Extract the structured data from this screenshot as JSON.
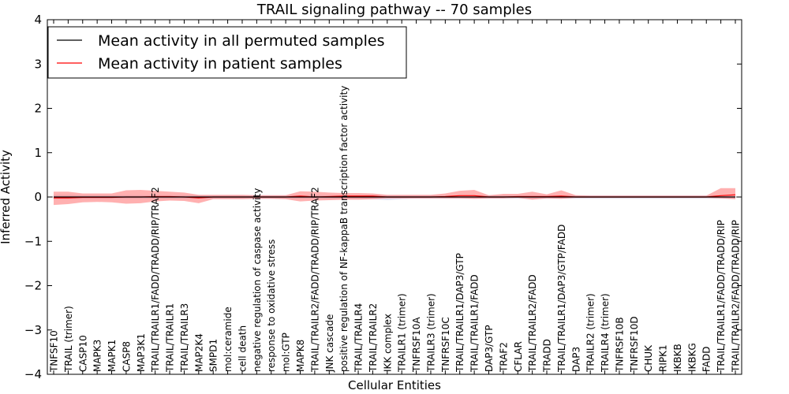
{
  "chart_data": {
    "type": "line",
    "title": "TRAIL signaling pathway -- 70 samples",
    "xlabel": "Cellular Entities",
    "ylabel": "Inferred Activity",
    "ylim": [
      -4,
      4
    ],
    "yticks": [
      "−4",
      "−3",
      "−2",
      "−1",
      "0",
      "1",
      "2",
      "3",
      "4"
    ],
    "grid": false,
    "legend_position": "top-left",
    "categories": [
      "TNFSF10",
      "TRAIL (trimer)",
      "CASP10",
      "MAPK3",
      "MAPK1",
      "CASP8",
      "MAP3K1",
      "TRAIL/TRAILR1/FADD/TRADD/RIP/TRAF2",
      "TRAIL/TRAILR1",
      "TRAIL/TRAILR3",
      "MAP2K4",
      "SMPD1",
      "mol:ceramide",
      "cell death",
      "negative regulation of caspase activity",
      "response to oxidative stress",
      "mol:GTP",
      "MAPK8",
      "TRAIL/TRAILR2/FADD/TRADD/RIP/TRAF2",
      "JNK cascade",
      "positive regulation of NF-kappaB transcription factor activity",
      "TRAIL/TRAILR4",
      "TRAIL/TRAILR2",
      "IKK complex",
      "TRAILR1 (trimer)",
      "TNFRSF10A",
      "TRAILR3 (trimer)",
      "TNFRSF10C",
      "TRAIL/TRAILR1/DAP3/GTP",
      "TRAIL/TRAILR1/FADD",
      "DAP3/GTP",
      "TRAF2",
      "CFLAR",
      "TRAIL/TRAILR2/FADD",
      "TRADD",
      "TRAIL/TRAILR1/DAP3/GTP/FADD",
      "DAP3",
      "TRAILR2 (trimer)",
      "TRAILR4 (trimer)",
      "TNFRSF10B",
      "TNFRSF10D",
      "CHUK",
      "RIPK1",
      "IKBKB",
      "IKBKG",
      "FADD",
      "TRAIL/TRAILR1/FADD/TRADD/RIP",
      "TRAIL/TRAILR2/FADD/TRADD/RIP"
    ],
    "series": [
      {
        "name": "Mean activity in all permuted samples",
        "color": "#000000",
        "values": [
          0.0,
          0.0,
          0.0,
          0.0,
          0.0,
          0.0,
          0.0,
          0.0,
          0.0,
          0.0,
          0.0,
          0.0,
          0.0,
          0.0,
          0.0,
          0.0,
          0.0,
          0.0,
          0.0,
          0.0,
          0.0,
          0.0,
          0.0,
          0.0,
          0.0,
          0.0,
          0.0,
          0.0,
          0.0,
          0.0,
          0.0,
          0.0,
          0.0,
          0.0,
          0.0,
          0.0,
          0.0,
          0.0,
          0.0,
          0.0,
          0.0,
          0.0,
          0.0,
          0.0,
          0.0,
          0.0,
          0.0,
          0.0
        ],
        "band_low": [
          -0.05,
          -0.05,
          -0.04,
          -0.04,
          -0.04,
          -0.04,
          -0.04,
          -0.04,
          -0.04,
          -0.04,
          -0.04,
          -0.04,
          -0.04,
          -0.04,
          -0.04,
          -0.04,
          -0.04,
          -0.04,
          -0.04,
          -0.04,
          -0.04,
          -0.04,
          -0.05,
          -0.07,
          -0.05,
          -0.04,
          -0.04,
          -0.04,
          -0.04,
          -0.04,
          -0.04,
          -0.04,
          -0.04,
          -0.04,
          -0.04,
          -0.04,
          -0.04,
          -0.04,
          -0.04,
          -0.04,
          -0.04,
          -0.04,
          -0.04,
          -0.04,
          -0.04,
          -0.04,
          -0.04,
          -0.04
        ],
        "band_high": [
          0.05,
          0.05,
          0.04,
          0.04,
          0.04,
          0.04,
          0.04,
          0.04,
          0.04,
          0.04,
          0.04,
          0.04,
          0.04,
          0.04,
          0.04,
          0.04,
          0.04,
          0.04,
          0.04,
          0.04,
          0.04,
          0.04,
          0.05,
          0.04,
          0.04,
          0.04,
          0.04,
          0.04,
          0.04,
          0.04,
          0.04,
          0.04,
          0.04,
          0.04,
          0.04,
          0.04,
          0.04,
          0.04,
          0.04,
          0.04,
          0.04,
          0.04,
          0.04,
          0.04,
          0.04,
          0.04,
          0.04,
          0.04
        ]
      },
      {
        "name": "Mean activity in patient samples",
        "color": "#ff0000",
        "values": [
          -0.02,
          -0.02,
          -0.01,
          -0.01,
          -0.01,
          0.0,
          0.0,
          0.01,
          0.01,
          0.0,
          -0.02,
          0.0,
          0.0,
          0.0,
          0.0,
          0.0,
          0.0,
          0.02,
          0.0,
          0.01,
          0.02,
          0.02,
          0.02,
          0.0,
          0.0,
          0.0,
          0.0,
          0.01,
          0.03,
          0.03,
          0.0,
          0.0,
          0.01,
          0.01,
          0.01,
          0.02,
          0.0,
          0.0,
          0.0,
          0.0,
          0.0,
          0.0,
          0.0,
          0.0,
          0.0,
          0.0,
          0.03,
          0.05
        ],
        "band_low": [
          -0.18,
          -0.16,
          -0.12,
          -0.11,
          -0.12,
          -0.15,
          -0.14,
          -0.1,
          -0.08,
          -0.09,
          -0.14,
          -0.05,
          -0.05,
          -0.05,
          -0.04,
          -0.04,
          -0.05,
          -0.1,
          -0.08,
          -0.07,
          -0.06,
          -0.06,
          -0.05,
          -0.03,
          -0.03,
          -0.03,
          -0.03,
          -0.03,
          -0.03,
          -0.04,
          -0.03,
          -0.03,
          -0.02,
          -0.06,
          -0.03,
          -0.04,
          -0.02,
          -0.02,
          -0.02,
          -0.02,
          -0.02,
          -0.02,
          -0.02,
          -0.02,
          -0.02,
          -0.02,
          -0.03,
          -0.05
        ],
        "band_high": [
          0.12,
          0.12,
          0.08,
          0.08,
          0.08,
          0.15,
          0.16,
          0.14,
          0.12,
          0.1,
          0.05,
          0.05,
          0.05,
          0.05,
          0.04,
          0.04,
          0.04,
          0.13,
          0.12,
          0.1,
          0.09,
          0.09,
          0.08,
          0.05,
          0.05,
          0.05,
          0.05,
          0.08,
          0.14,
          0.16,
          0.04,
          0.07,
          0.07,
          0.12,
          0.06,
          0.15,
          0.04,
          0.03,
          0.03,
          0.03,
          0.03,
          0.03,
          0.03,
          0.03,
          0.03,
          0.03,
          0.2,
          0.2
        ]
      }
    ]
  }
}
